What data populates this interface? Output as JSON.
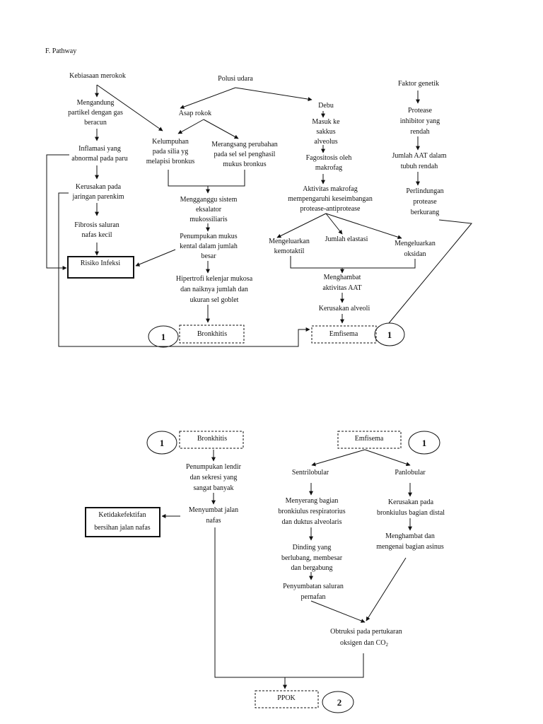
{
  "title": "F. Pathway",
  "nodes": {
    "merokok": "Kebiasaan merokok",
    "polusi": "Polusi udara",
    "genetik": "Faktor genetik",
    "gas1": "Mengandung",
    "gas2": "partikel dengan gas",
    "gas3": "beracun",
    "asap": "Asap rokok",
    "debu": "Debu",
    "sakkus1": "Masuk ke",
    "sakkus2": "sakkus",
    "sakkus3": "alveolus",
    "protease1": "Protease",
    "protease2": "inhibitor yang",
    "protease3": "rendah",
    "silia1": "Kelumpuhan",
    "silia2": "pada silia yg",
    "silia3": "melapisi bronkus",
    "sel1": "Merangsang perubahan",
    "sel2": "pada sel sel penghasil",
    "sel3": "mukus bronkus",
    "inflamasi1": "Inflamasi yang",
    "inflamasi2": "abnormal pada paru",
    "fagosit1": "Fagositosis oleh",
    "fagosit2": "makrofag",
    "aat1": "Jumlah AAT dalam",
    "aat2": "tubuh rendah",
    "parenkim1": "Kerusakan pada",
    "parenkim2": "jaringan parenkim",
    "makrofag1": "Aktivitas makrofag",
    "makrofag2": "mempengaruhi keseimbangan",
    "makrofag3": "protease-antiprotease",
    "perlindungan1": "Perlindungan",
    "perlindungan2": "protease",
    "perlindungan3": "berkurang",
    "eskalator1": "Mengganggu sistem",
    "eskalator2": "eksalator",
    "eskalator3": "mukossiliaris",
    "fibrosis1": "Fibrosis saluran",
    "fibrosis2": "nafas kecil",
    "penumpukan1": "Penumpukan mukus",
    "penumpukan2": "kental dalam jumlah",
    "penumpukan3": "besar",
    "kemotaktil1": "Mengeluarkan",
    "kemotaktil2": "kemotaktil",
    "elastasi": "Jumlah elastasi",
    "oksidan1": "Mengeluarkan",
    "oksidan2": "oksidan",
    "risiko": "Risiko Infeksi",
    "hipertrofi1": "Hipertrofi kelenjar mukosa",
    "hipertrofi2": "dan naiknya jumlah dan",
    "hipertrofi3": "ukuran sel goblet",
    "menghambat1": "Menghambat",
    "menghambat2": "aktivitas AAT",
    "alveoli": "Kerusakan alveoli",
    "bronkhitis": "Bronkhitis",
    "emfisema": "Emfisema",
    "bronkhitis_b": "Bronkhitis",
    "emfisema_b": "Emfisema",
    "lendir1": "Penumpukan lendir",
    "lendir2": "dan sekresi yang",
    "lendir3": "sangat banyak",
    "sentrilobular": "Sentrilobular",
    "panlobular": "Panlobular",
    "menyerang1": "Menyerang bagian",
    "menyerang2": "bronkiulus respiratorius",
    "menyerang3": "dan duktus alveolaris",
    "distal1": "Kerusakan pada",
    "distal2": "bronkiulus bagian distal",
    "menyumbat1": "Menyumbat jalan",
    "menyumbat2": "nafas",
    "ketidak1": "Ketidakefektifan",
    "ketidak2": "bersihan jalan nafas",
    "asinus1": "Menghambat dan",
    "asinus2": "mengenai bagian asinus",
    "dinding1": "Dinding yang",
    "dinding2": "berlubang, membesar",
    "dinding3": "dan bergabung",
    "penyumbatan1": "Penyumbatan saluran",
    "penyumbatan2": "pernafan",
    "obstruksi1": "Obtruksi pada pertukaran",
    "obstruksi2": "oksigen dan CO",
    "obstruksi_sub": "2",
    "ppok": "PPOK"
  },
  "connectors": {
    "c1a": "1",
    "c1b": "1",
    "c1c": "1",
    "c1d": "1",
    "c2": "2"
  }
}
